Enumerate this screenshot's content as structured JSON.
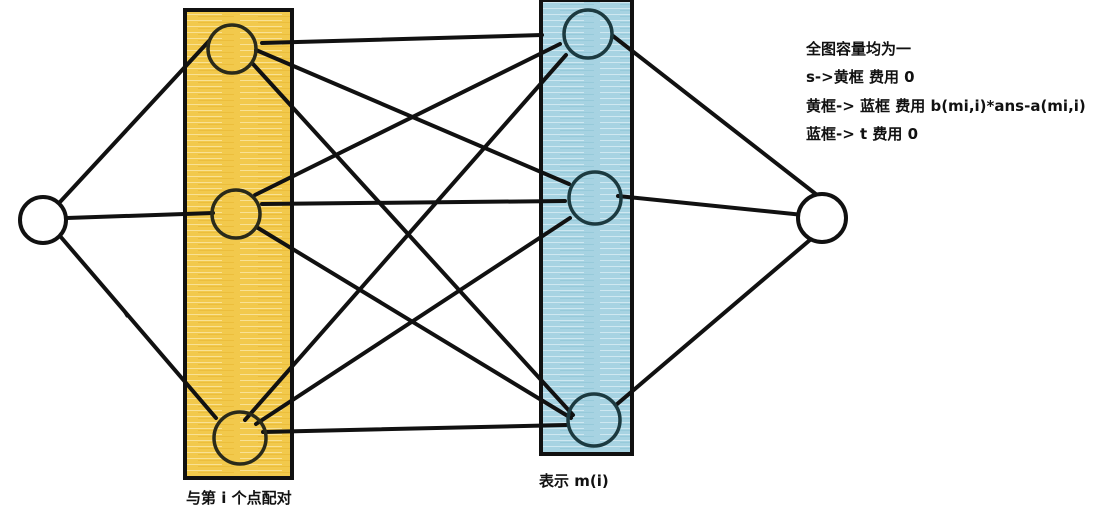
{
  "colors": {
    "yellow_box": "#f2c94c",
    "blue_box": "#a7d3e2",
    "stroke": "#111111"
  },
  "annotation": {
    "lines": [
      "全图容量均为一",
      "s->黄框 费用 0",
      "黄框-> 蓝框 费用 b(mi,i)*ans-a(mi,i)",
      "蓝框-> t 费用 0"
    ]
  },
  "labels": {
    "yellow_caption": "与第 i 个点配对",
    "blue_caption": "表示 m(i)"
  },
  "graph": {
    "source": "s",
    "sink": "t",
    "left_nodes": 3,
    "right_nodes": 3,
    "edges_left_to_right": "complete (3x3)"
  }
}
